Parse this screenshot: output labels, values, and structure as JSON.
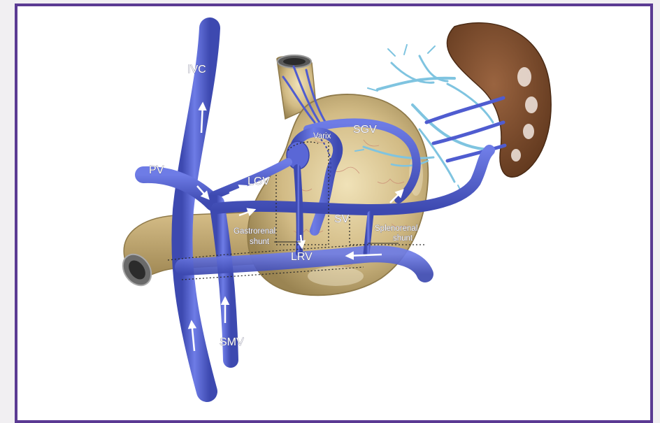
{
  "colors": {
    "frame": "#5b3a93",
    "vein": "#5a67d6",
    "vein_dark": "#3b46a8",
    "artery_light": "#7fc4e0",
    "stomach": "#c8b07a",
    "stomach_dark": "#8f7a4a",
    "spleen": "#7a4a2a",
    "capillary": "#c47a6a"
  },
  "labels": {
    "ivc": "IVC",
    "pv": "PV",
    "lgv": "LGV",
    "sgv": "SGV",
    "varix": "Varix",
    "sv": "SV",
    "smv": "SMV",
    "lrv": "LRV",
    "gastrorenal_1": "Gastrorenal",
    "gastrorenal_2": "shunt",
    "splenorenal_1": "Splenorenal",
    "splenorenal_2": "shunt"
  }
}
